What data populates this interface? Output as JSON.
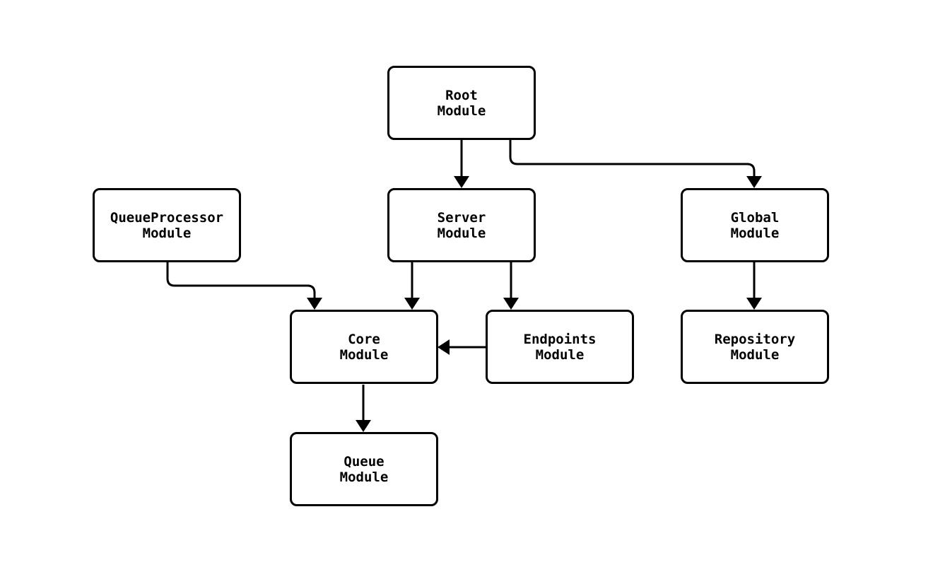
{
  "diagram": {
    "type": "flowchart",
    "colors": {
      "background": "#ffffff",
      "node_fill": "#ffffff",
      "node_border": "#000000",
      "edge": "#000000",
      "text": "#000000"
    },
    "nodes": [
      {
        "id": "root",
        "label": "Root\nModule"
      },
      {
        "id": "queueprocessor",
        "label": "QueueProcessor\nModule"
      },
      {
        "id": "server",
        "label": "Server\nModule"
      },
      {
        "id": "global",
        "label": "Global\nModule"
      },
      {
        "id": "core",
        "label": "Core\nModule"
      },
      {
        "id": "endpoints",
        "label": "Endpoints\nModule"
      },
      {
        "id": "repository",
        "label": "Repository\nModule"
      },
      {
        "id": "queue",
        "label": "Queue\nModule"
      }
    ],
    "edges": [
      {
        "from": "root",
        "to": "server"
      },
      {
        "from": "root",
        "to": "global"
      },
      {
        "from": "queueprocessor",
        "to": "core"
      },
      {
        "from": "server",
        "to": "core"
      },
      {
        "from": "server",
        "to": "endpoints"
      },
      {
        "from": "endpoints",
        "to": "core"
      },
      {
        "from": "global",
        "to": "repository"
      },
      {
        "from": "core",
        "to": "queue"
      }
    ]
  }
}
